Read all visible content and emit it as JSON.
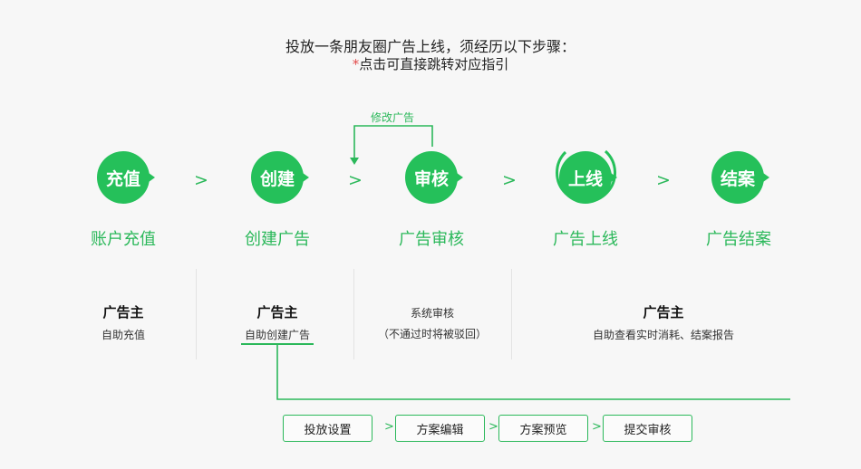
{
  "header": {
    "title": "投放一条朋友圈广告上线，须经历以下步骤：",
    "note_mark": "*",
    "note": "点击可直接跳转对应指引"
  },
  "revise_label": "修改广告",
  "arrow_glyph": ">",
  "steps": [
    {
      "icon_text": "充值",
      "label": "账户充值"
    },
    {
      "icon_text": "创建",
      "label": "创建广告"
    },
    {
      "icon_text": "审核",
      "label": "广告审核"
    },
    {
      "icon_text": "上线",
      "label": "广告上线"
    },
    {
      "icon_text": "结案",
      "label": "广告结案"
    }
  ],
  "phases": [
    {
      "role": "广告主",
      "desc": "自助充值"
    },
    {
      "role": "广告主",
      "desc": "自助创建广告"
    },
    {
      "role": "",
      "desc": "系统审核",
      "desc2": "（不通过时将被驳回）"
    },
    {
      "role": "广告主",
      "desc": "自助查看实时消耗、结案报告"
    }
  ],
  "sub_steps": [
    "投放设置",
    "方案编辑",
    "方案预览",
    "提交审核"
  ],
  "colors": {
    "accent": "#25c05a",
    "alert": "#e24b4b"
  }
}
